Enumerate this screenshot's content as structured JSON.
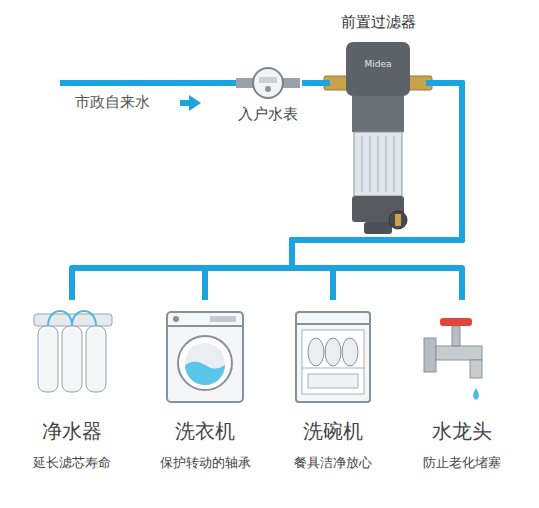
{
  "diagram": {
    "nodes": [
      {
        "text": [
          "入户水表"
        ]
      },
      {
        "text": [
          "前置过滤器",
          "Midea"
        ]
      },
      {
        "text": [
          "净水器",
          "延长滤芯寿命"
        ]
      },
      {
        "text": [
          "洗衣机",
          "保护转动的轴承"
        ]
      },
      {
        "text": [
          "洗碗机",
          "餐具洁净放心"
        ]
      },
      {
        "text": [
          "水龙头",
          "防止老化堵塞"
        ]
      }
    ],
    "edges": [
      {
        "from": 0,
        "to": 1,
        "arrow": "none"
      },
      {
        "from": 1,
        "to": 2,
        "arrow": "none"
      },
      {
        "from": 1,
        "to": 3,
        "arrow": "none"
      },
      {
        "from": 1,
        "to": 4,
        "arrow": "none"
      },
      {
        "from": 1,
        "to": 5,
        "arrow": "none"
      }
    ],
    "labels": [
      "市政自来水"
    ]
  }
}
